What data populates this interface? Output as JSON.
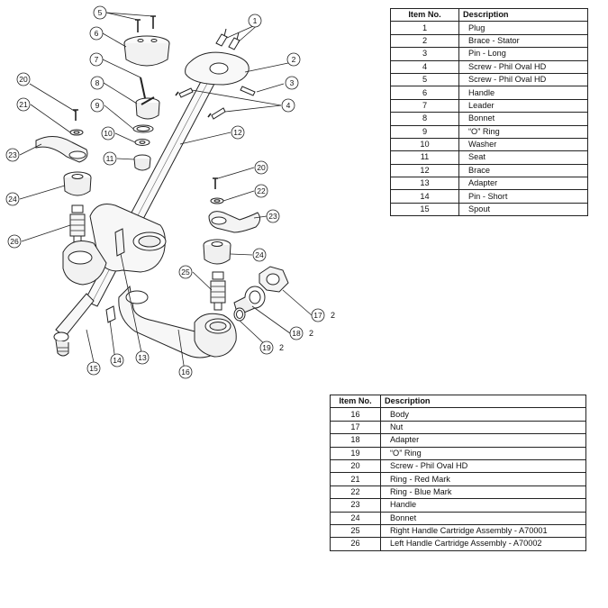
{
  "table1": {
    "headers": {
      "item": "Item No.",
      "description": "Description"
    },
    "rows": [
      {
        "item": "1",
        "description": "Plug"
      },
      {
        "item": "2",
        "description": "Brace - Stator"
      },
      {
        "item": "3",
        "description": "Pin - Long"
      },
      {
        "item": "4",
        "description": "Screw - Phil Oval HD"
      },
      {
        "item": "5",
        "description": "Screw - Phil Oval HD"
      },
      {
        "item": "6",
        "description": "Handle"
      },
      {
        "item": "7",
        "description": "Leader"
      },
      {
        "item": "8",
        "description": "Bonnet"
      },
      {
        "item": "9",
        "description": "“O” Ring"
      },
      {
        "item": "10",
        "description": "Washer"
      },
      {
        "item": "11",
        "description": "Seat"
      },
      {
        "item": "12",
        "description": "Brace"
      },
      {
        "item": "13",
        "description": "Adapter"
      },
      {
        "item": "14",
        "description": "Pin - Short"
      },
      {
        "item": "15",
        "description": "Spout"
      }
    ]
  },
  "table2": {
    "headers": {
      "item": "Item No.",
      "description": "Description"
    },
    "rows": [
      {
        "item": "16",
        "description": "Body"
      },
      {
        "item": "17",
        "description": "Nut"
      },
      {
        "item": "18",
        "description": "Adapter"
      },
      {
        "item": "19",
        "description": "“O” Ring"
      },
      {
        "item": "20",
        "description": "Screw - Phil Oval HD"
      },
      {
        "item": "21",
        "description": "Ring - Red Mark"
      },
      {
        "item": "22",
        "description": "Ring - Blue Mark"
      },
      {
        "item": "23",
        "description": "Handle"
      },
      {
        "item": "24",
        "description": "Bonnet"
      },
      {
        "item": "25",
        "description": "Right Handle Cartridge Assembly - A70001"
      },
      {
        "item": "26",
        "description": "Left Handle Cartridge Assembly - A70002"
      }
    ]
  },
  "callouts": {
    "c1": "1",
    "c2": "2",
    "c3": "3",
    "c4": "4",
    "c5": "5",
    "c6": "6",
    "c7": "7",
    "c8": "8",
    "c9": "9",
    "c10": "10",
    "c11": "11",
    "c12": "12",
    "c13": "13",
    "c14": "14",
    "c15": "15",
    "c16": "16",
    "c17": "17",
    "c18": "18",
    "c19": "19",
    "c20a": "20",
    "c20b": "20",
    "c21": "21",
    "c22": "22",
    "c23a": "23",
    "c23b": "23",
    "c24a": "24",
    "c24b": "24",
    "c25": "25",
    "c26": "26"
  },
  "quantity_notes": {
    "q17": "2",
    "q18": "2",
    "q19": "2"
  }
}
